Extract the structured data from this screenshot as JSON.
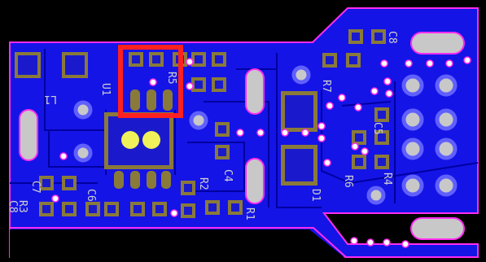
{
  "board": {
    "colors": {
      "background": "#000000",
      "copper": "#1414e6",
      "copper_dark": "#0000a8",
      "outline": "#ff2df0",
      "pad": "#8a7a3a",
      "pad_inner": "#1a1acc",
      "through_hole": "#c8c8c8",
      "via": "#ffffff",
      "selection": "#ff2020",
      "silkscreen": "#d0d0d0"
    },
    "designators": {
      "l1": "L1",
      "u1": "U1",
      "c7": "C7",
      "c8_left": "C8",
      "r3": "R3",
      "c6": "C6",
      "r5": "R5",
      "r2": "R2",
      "c4": "C4",
      "r1": "R1",
      "d1": "D1",
      "r7": "R7",
      "r6": "R6",
      "r4": "R4",
      "c8_right": "C8",
      "c5": "C5"
    }
  }
}
